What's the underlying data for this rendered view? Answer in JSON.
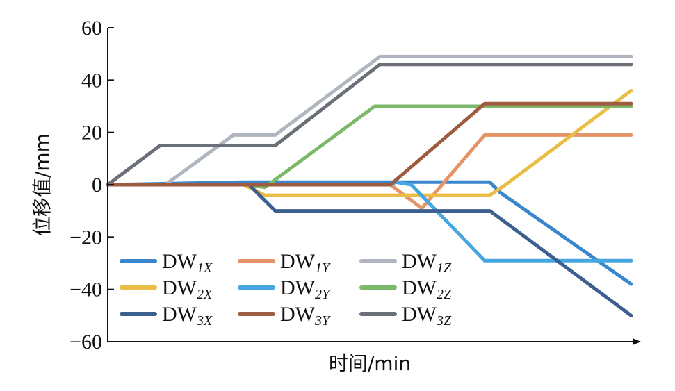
{
  "chart_data": {
    "type": "line",
    "xlabel": "时间/min",
    "ylabel": "位移值/mm",
    "ylim": [
      -60,
      60
    ],
    "xlim": [
      0,
      100
    ],
    "yticks": [
      60,
      40,
      20,
      0,
      -20,
      -40,
      -60
    ],
    "ytick_labels": [
      "60",
      "40",
      "20",
      "0",
      "−20",
      "−40",
      "−60"
    ],
    "grid": false,
    "legend_position": "bottom-left",
    "series": [
      {
        "name": "DW1X",
        "base": "DW",
        "sub": "1X",
        "color": "#3a86cc",
        "points": [
          [
            0,
            0
          ],
          [
            26,
            1
          ],
          [
            52,
            1
          ],
          [
            73,
            1
          ],
          [
            75,
            -3
          ],
          [
            100,
            -38
          ]
        ]
      },
      {
        "name": "DW1Y",
        "base": "DW",
        "sub": "1Y",
        "color": "#e59466",
        "points": [
          [
            0,
            0
          ],
          [
            27,
            0
          ],
          [
            54,
            0
          ],
          [
            60,
            -9
          ],
          [
            72,
            19
          ],
          [
            100,
            19
          ]
        ]
      },
      {
        "name": "DW1Z",
        "base": "DW",
        "sub": "1Z",
        "color": "#b0b6bf",
        "points": [
          [
            0,
            0
          ],
          [
            11,
            0
          ],
          [
            24,
            19
          ],
          [
            32,
            19
          ],
          [
            52,
            49
          ],
          [
            100,
            49
          ]
        ]
      },
      {
        "name": "DW2X",
        "base": "DW",
        "sub": "2X",
        "color": "#e9bd46",
        "points": [
          [
            0,
            0
          ],
          [
            26,
            0
          ],
          [
            30,
            -4
          ],
          [
            73,
            -4
          ],
          [
            76,
            0
          ],
          [
            100,
            36
          ]
        ]
      },
      {
        "name": "DW2Y",
        "base": "DW",
        "sub": "2Y",
        "color": "#45a6e0",
        "points": [
          [
            0,
            0
          ],
          [
            54,
            0
          ],
          [
            55,
            1
          ],
          [
            58,
            0
          ],
          [
            72,
            -29
          ],
          [
            100,
            -29
          ]
        ]
      },
      {
        "name": "DW2Z",
        "base": "DW",
        "sub": "2Z",
        "color": "#7cb86a",
        "points": [
          [
            0,
            0
          ],
          [
            27,
            0
          ],
          [
            30,
            -1
          ],
          [
            51,
            30
          ],
          [
            100,
            30
          ]
        ]
      },
      {
        "name": "DW3X",
        "base": "DW",
        "sub": "3X",
        "color": "#3b5f8f",
        "points": [
          [
            0,
            0
          ],
          [
            27,
            0
          ],
          [
            32,
            -10
          ],
          [
            73,
            -10
          ],
          [
            100,
            -50
          ]
        ]
      },
      {
        "name": "DW3Y",
        "base": "DW",
        "sub": "3Y",
        "color": "#9d5b3f",
        "points": [
          [
            0,
            0
          ],
          [
            27,
            0
          ],
          [
            54,
            0
          ],
          [
            72,
            31
          ],
          [
            100,
            31
          ]
        ]
      },
      {
        "name": "DW3Z",
        "base": "DW",
        "sub": "3Z",
        "color": "#6a6f78",
        "points": [
          [
            0,
            0
          ],
          [
            10,
            15
          ],
          [
            32,
            15
          ],
          [
            52,
            46
          ],
          [
            100,
            46
          ]
        ]
      }
    ]
  }
}
